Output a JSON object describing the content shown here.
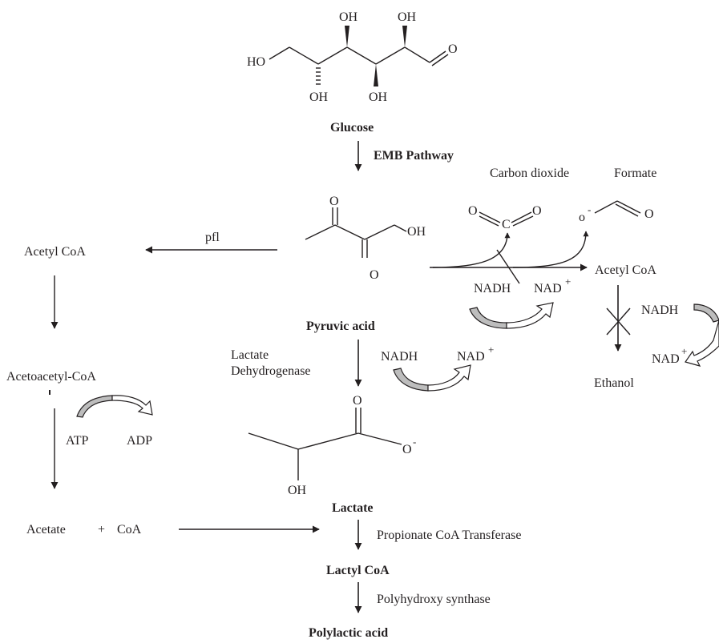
{
  "glucose": {
    "label": "Glucose",
    "oh_top1": "OH",
    "oh_top2": "OH",
    "oh_bottom1": "OH",
    "oh_bottom2": "OH",
    "ho_left": "HO",
    "o_right": "O"
  },
  "emb_pathway": "EMB Pathway",
  "pyruvic": {
    "label": "Pyruvic acid",
    "o_top": "O",
    "o_bottom": "O",
    "oh": "OH"
  },
  "pfl": "pfl",
  "left_column": {
    "acetyl_coa": "Acetyl CoA",
    "acetoacetyl_coa": "Acetoacetyl-CoA",
    "atp": "ATP",
    "adp": "ADP",
    "acetate": "Acetate",
    "plus": "+",
    "coa": "CoA"
  },
  "right_branch": {
    "carbon_dioxide": "Carbon dioxide",
    "formate": "Formate",
    "co2_o_left": "O",
    "co2_c": "C",
    "co2_o_right": "O",
    "formate_o_minus": "o",
    "formate_minus": "-",
    "formate_o": "O",
    "nadh": "NADH",
    "nad": "NAD",
    "plus_sup": "+",
    "acetyl_coa": "Acetyl CoA",
    "nadh2": "NADH",
    "nad2": "NAD",
    "ethanol": "Ethanol"
  },
  "lactate_branch": {
    "enzyme_line1": "Lactate",
    "enzyme_line2": "Dehydrogenase",
    "nadh": "NADH",
    "nad": "NAD",
    "plus_sup": "+",
    "o_top": "O",
    "o_minus": "O",
    "minus": "-",
    "oh": "OH",
    "label": "Lactate"
  },
  "transferase": "Propionate CoA Transferase",
  "lactyl_coa": "Lactyl CoA",
  "synthase": "Polyhydroxy synthase",
  "polylactic": "Polylactic acid"
}
